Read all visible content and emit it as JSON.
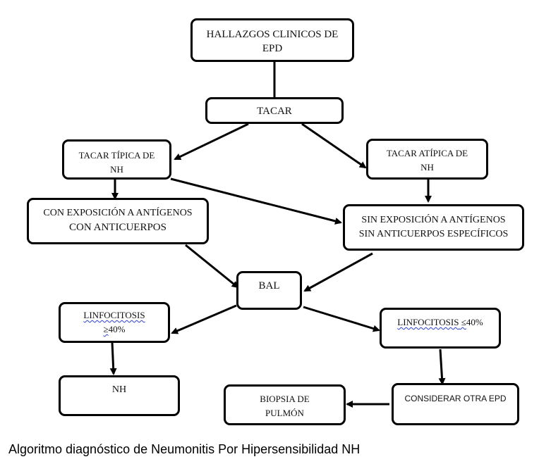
{
  "diagram": {
    "title": "Algoritmo diagnóstico de Neumonitis Por Hipersensibilidad NH",
    "nodes": {
      "hallazgos": {
        "line1": "HALLAZGOS CLINICOS DE",
        "line2": "EPD"
      },
      "tacar": {
        "line1": "TACAR"
      },
      "tipica": {
        "line1": "TACAR TÍPICA DE",
        "line2": "NH"
      },
      "atipica": {
        "line1": "TACAR ATÍPICA DE",
        "line2": "NH"
      },
      "con_exp": {
        "line1": "CON EXPOSICIÓN A ANTÍGENOS",
        "line2": "CON ANTICUERPOS"
      },
      "sin_exp": {
        "line1": "SIN EXPOSICIÓN A ANTÍGENOS",
        "line2": "SIN ANTICUERPOS ESPECÍFICOS"
      },
      "bal": {
        "line1": "BAL"
      },
      "linfo_ge": {
        "line1": "LINFOCITOSIS",
        "line2_sym": "≥",
        "line2": "40%"
      },
      "linfo_le": {
        "line1": "LINFOCITOSIS",
        "line1_sym": " ≤",
        "line1_tail": "40%"
      },
      "nh": {
        "line1": "NH"
      },
      "biopsia": {
        "line1": "BIOPSIA DE",
        "line2": "PULMÓN"
      },
      "otra": {
        "line1": "CONSIDERAR OTRA EPD"
      }
    },
    "edges": [
      {
        "from": "hallazgos",
        "to": "tacar",
        "arrow": false
      },
      {
        "from": "tacar",
        "to": "tipica",
        "arrow": true
      },
      {
        "from": "tacar",
        "to": "atipica",
        "arrow": true
      },
      {
        "from": "tipica",
        "to": "con_exp",
        "arrow": true
      },
      {
        "from": "tipica",
        "to": "sin_exp",
        "arrow": true
      },
      {
        "from": "atipica",
        "to": "sin_exp",
        "arrow": true
      },
      {
        "from": "con_exp",
        "to": "bal",
        "arrow": true
      },
      {
        "from": "sin_exp",
        "to": "bal",
        "arrow": true
      },
      {
        "from": "bal",
        "to": "linfo_ge",
        "arrow": true
      },
      {
        "from": "bal",
        "to": "linfo_le",
        "arrow": true
      },
      {
        "from": "linfo_ge",
        "to": "nh",
        "arrow": true
      },
      {
        "from": "linfo_le",
        "to": "otra",
        "arrow": true
      },
      {
        "from": "otra",
        "to": "biopsia",
        "arrow": true
      }
    ]
  }
}
